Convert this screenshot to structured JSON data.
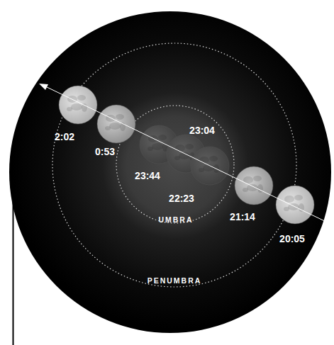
{
  "diagram": {
    "labels": [
      "2:02",
      "0:53",
      "23:44",
      "23:04",
      "22:23",
      "21:14",
      "20:05",
      "UMBRA",
      "PENUMBRA"
    ]
  }
}
